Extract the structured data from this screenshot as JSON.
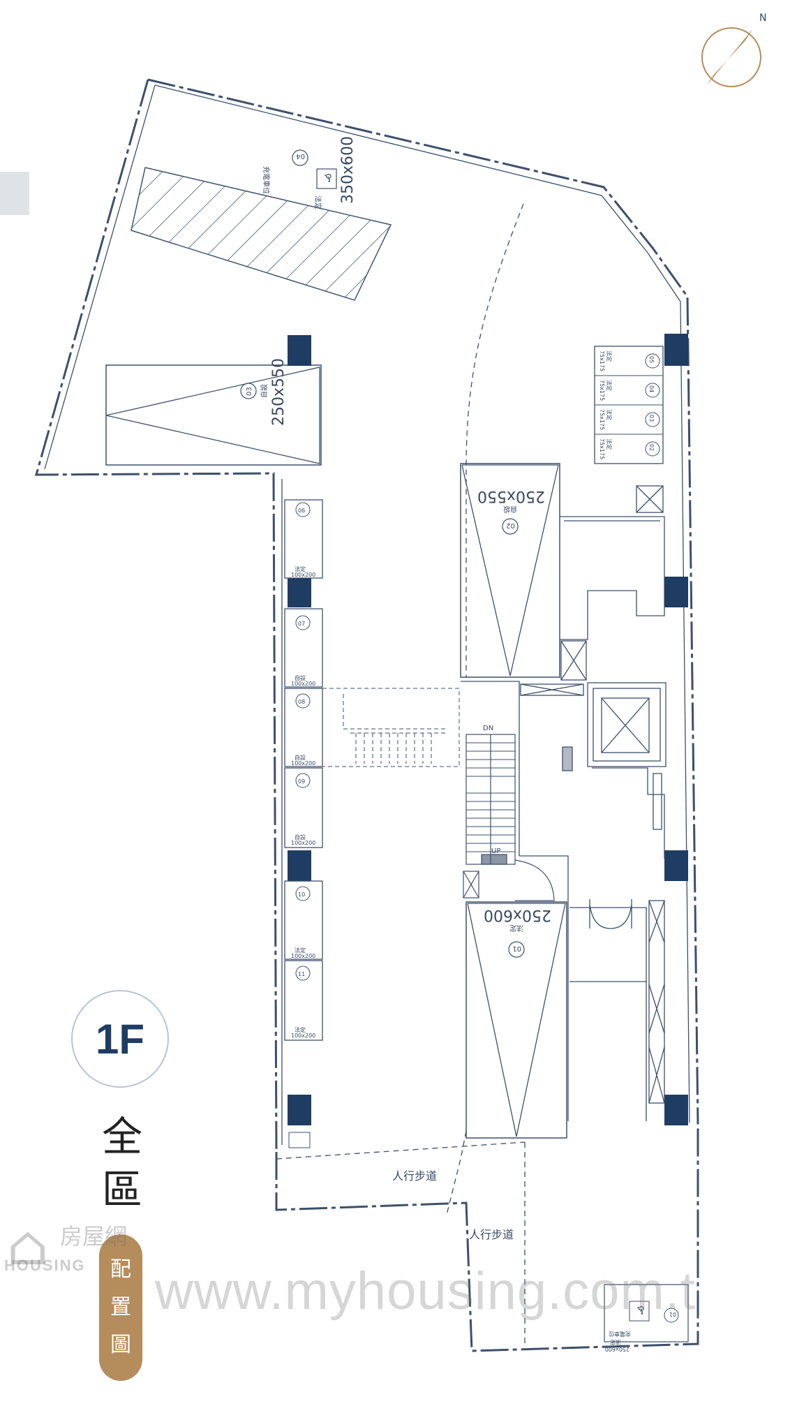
{
  "floor": {
    "label": "1F",
    "title_chars": [
      "全",
      "區"
    ],
    "pill_chars": [
      "配",
      "置",
      "圖"
    ]
  },
  "compass": {
    "label": "N"
  },
  "parking": {
    "p01": {
      "num": "01",
      "kind": "法定",
      "size": "250x600"
    },
    "p02": {
      "num": "02",
      "kind": "自設",
      "size": "250x550"
    },
    "p03": {
      "num": "03",
      "kind": "自設",
      "size": "250x550"
    },
    "p04": {
      "num": "04",
      "kind": "法定",
      "size": "350x600",
      "note": "充電車位"
    },
    "corner01": {
      "num": "01",
      "kind": "法定",
      "size": "250x600",
      "note": "充電車位"
    }
  },
  "moto": [
    {
      "num": "05",
      "kind": "法定",
      "size": "75x175"
    },
    {
      "num": "04",
      "kind": "法定",
      "size": "75x175"
    },
    {
      "num": "03",
      "kind": "法定",
      "size": "75x175"
    },
    {
      "num": "02",
      "kind": "法定",
      "size": "75x175"
    }
  ],
  "bikes": [
    {
      "num": "06",
      "kind": "法定",
      "size": "100x200"
    },
    {
      "num": "07",
      "kind": "自設",
      "size": "100x200"
    },
    {
      "num": "08",
      "kind": "自設",
      "size": "100x200"
    },
    {
      "num": "09",
      "kind": "自設",
      "size": "100x200"
    },
    {
      "num": "10",
      "kind": "法定",
      "size": "100x200"
    },
    {
      "num": "11",
      "kind": "法定",
      "size": "100x200"
    }
  ],
  "stairs": {
    "dn": "DN",
    "up": "UP"
  },
  "walkway": {
    "label1": "人行步道",
    "label2": "人行步道"
  },
  "watermark": {
    "url": "www.myhousing.com.t",
    "logo_cn": "房屋網",
    "logo_en": "HOUSING"
  },
  "colors": {
    "line": "#3d4f6b",
    "column": "#1f3d63",
    "accent": "#b58c5c"
  }
}
